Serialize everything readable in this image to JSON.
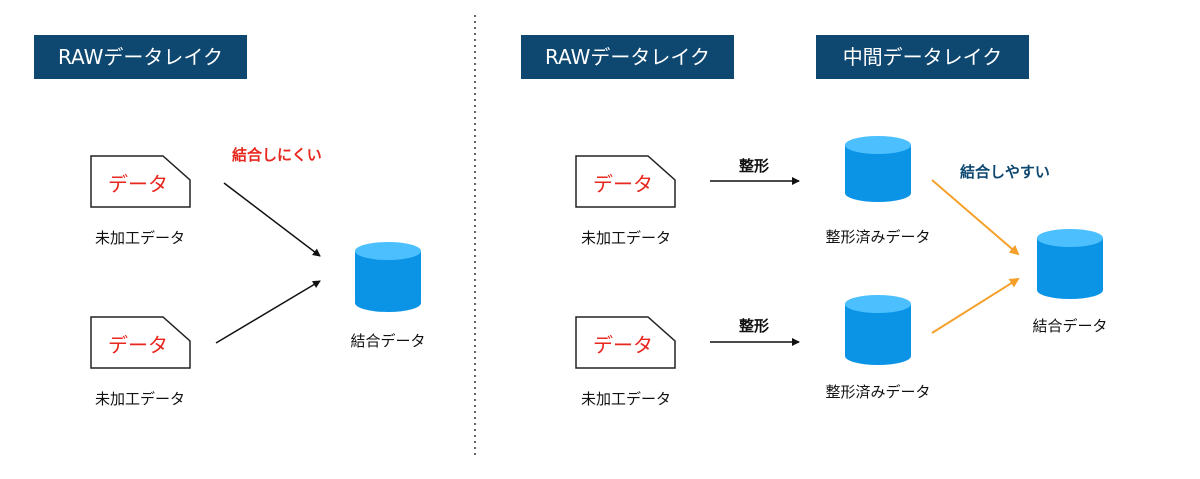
{
  "left": {
    "header": "RAWデータレイク",
    "doc_text": "データ",
    "raw_caption": "未加工データ",
    "join_label": "結合しにくい",
    "result_caption": "結合データ"
  },
  "right": {
    "header_raw": "RAWデータレイク",
    "header_mid": "中間データレイク",
    "doc_text": "データ",
    "raw_caption": "未加工データ",
    "shape_label": "整形",
    "shaped_caption": "整形済みデータ",
    "join_label": "結合しやすい",
    "result_caption": "結合データ"
  },
  "colors": {
    "header_bg": "#0e4870",
    "doc_text": "#e8271e",
    "hard_label": "#e8271e",
    "easy_label": "#0e4870",
    "cylinder": "#0b93e6",
    "cylinder_top": "#4cc0ff",
    "easy_arrow": "#f5a02a",
    "plain_arrow": "#111111"
  }
}
